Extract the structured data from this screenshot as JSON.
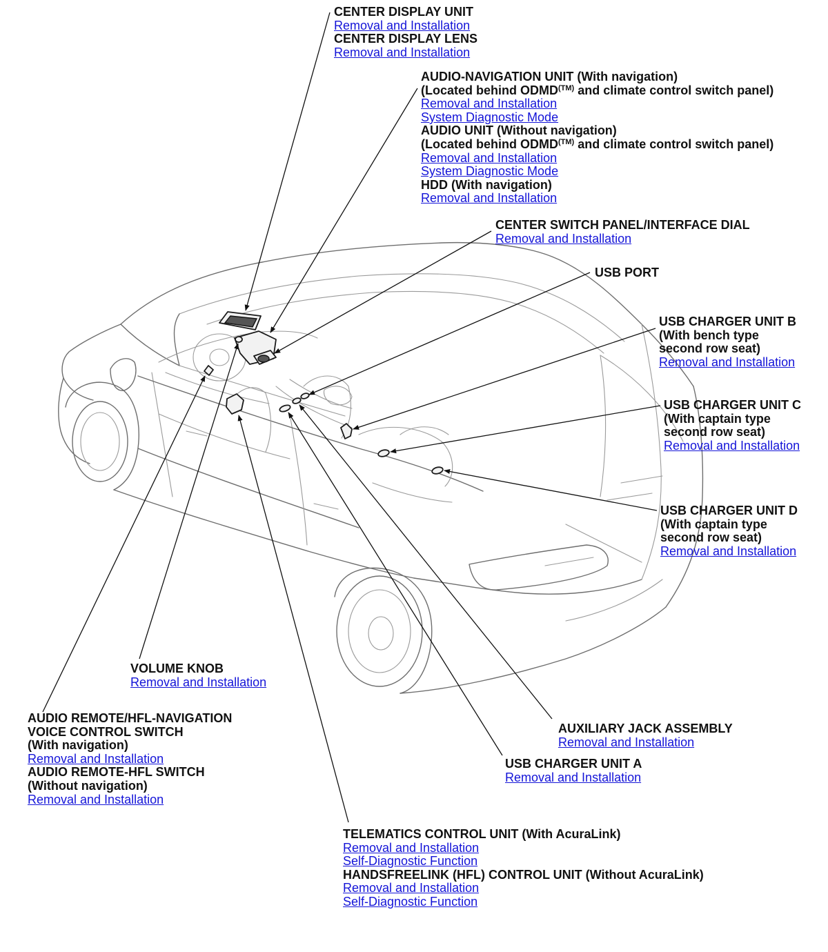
{
  "link_color": "#1414d8",
  "callouts": {
    "center_display": {
      "unit": "CENTER DISPLAY UNIT",
      "unit_link": "Removal and Installation",
      "lens": "CENTER DISPLAY LENS",
      "lens_link": "Removal and Installation"
    },
    "audio_nav": {
      "nav_title": "AUDIO-NAVIGATION UNIT (With navigation)",
      "nav_loc_a": "(Located behind ODMD",
      "tm": "(TM)",
      "nav_loc_b": " and climate control switch panel)",
      "nav_link_1": "Removal and Installation",
      "nav_link_2": "System Diagnostic Mode",
      "audio_title": "AUDIO UNIT (Without navigation)",
      "audio_loc_a": "(Located behind ODMD",
      "audio_loc_b": " and climate control switch panel)",
      "audio_link_1": "Removal and Installation",
      "audio_link_2": "System Diagnostic Mode",
      "hdd_title": "HDD (With navigation)",
      "hdd_link": "Removal and Installation"
    },
    "center_switch": {
      "title": "CENTER SWITCH PANEL/INTERFACE DIAL",
      "link": "Removal and Installation"
    },
    "usb_port": {
      "title": "USB PORT"
    },
    "usb_b": {
      "line1": "USB CHARGER UNIT B",
      "line2": "(With bench type",
      "line3": "second row seat)",
      "link": "Removal and Installation"
    },
    "usb_c": {
      "line1": "USB CHARGER UNIT C",
      "line2": "(With captain type",
      "line3": "second row seat)",
      "link": "Removal and Installation"
    },
    "usb_d": {
      "line1": "USB CHARGER UNIT D",
      "line2": "(With captain type",
      "line3": "second row seat)",
      "link": "Removal and Installation"
    },
    "volume_knob": {
      "title": "VOLUME KNOB",
      "link": "Removal and Installation"
    },
    "audio_remote": {
      "line1": "AUDIO REMOTE/HFL-NAVIGATION",
      "line2": "VOICE CONTROL SWITCH",
      "line3": "(With navigation)",
      "link_1": "Removal and Installation",
      "line4": "AUDIO REMOTE-HFL SWITCH",
      "line5": "(Without navigation)",
      "link_2": "Removal and Installation"
    },
    "aux_jack": {
      "title": "AUXILIARY JACK ASSEMBLY",
      "link": "Removal and Installation"
    },
    "usb_a": {
      "title": "USB CHARGER UNIT A",
      "link": "Removal and Installation"
    },
    "telematics": {
      "title": "TELEMATICS CONTROL UNIT (With AcuraLink)",
      "link_1": "Removal and Installation",
      "link_2": "Self-Diagnostic Function",
      "hfl_title": "HANDSFREELINK (HFL) CONTROL UNIT (Without AcuraLink)",
      "link_3": "Removal and Installation",
      "link_4": "Self-Diagnostic Function"
    }
  }
}
